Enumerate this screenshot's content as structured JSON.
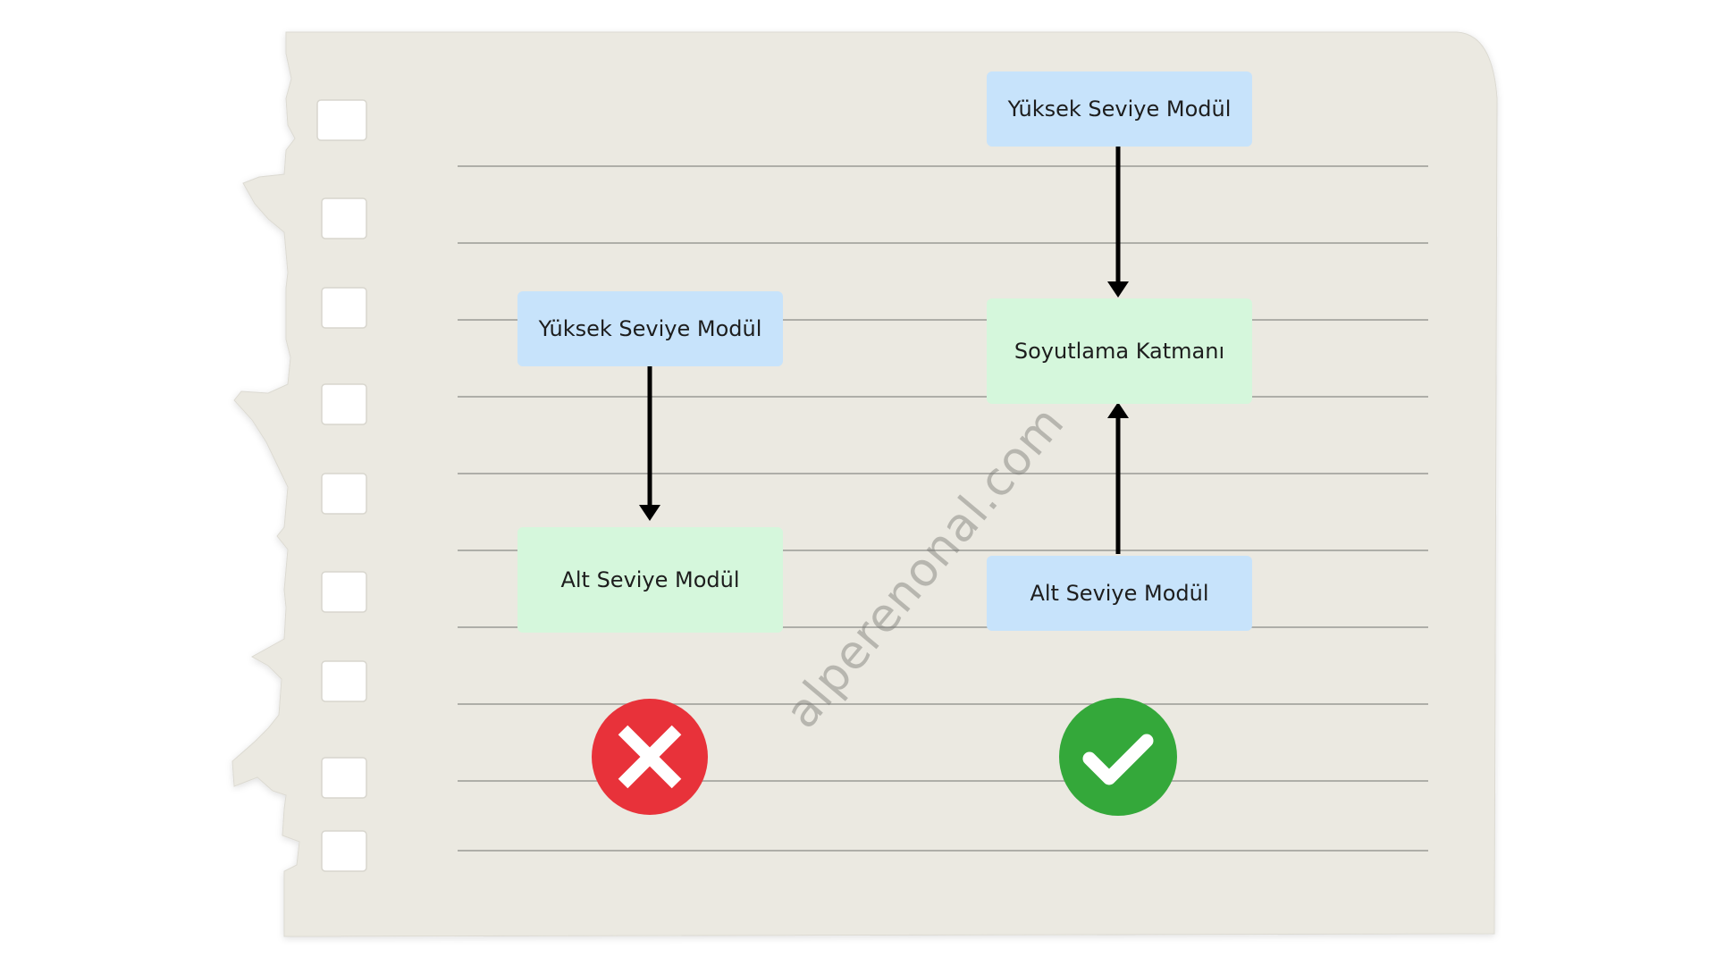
{
  "diagrams": {
    "bad": {
      "top_box": "Yüksek Seviye Modül",
      "bottom_box": "Alt Seviye Modül",
      "verdict_icon": "x-circle-icon",
      "verdict_color": "#e8323a"
    },
    "good": {
      "top_box": "Yüksek Seviye Modül",
      "middle_box": "Soyutlama Katmanı",
      "bottom_box": "Alt Seviye Modül",
      "verdict_icon": "check-circle-icon",
      "verdict_color": "#34a83a"
    }
  },
  "colors": {
    "paper": "#ebe9e1",
    "high_level_box": "#c7e3fb",
    "low_level_box": "#d5f7dc",
    "ruled_line": "#9a9a96"
  },
  "watermark": "alperenonal.com"
}
